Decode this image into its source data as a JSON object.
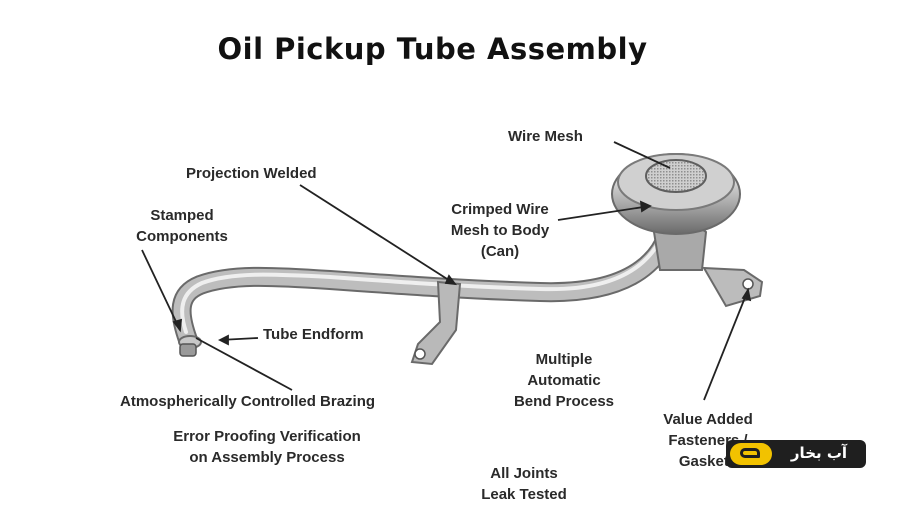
{
  "title": "Oil Pickup Tube Assembly",
  "labels": {
    "wire_mesh": "Wire Mesh",
    "projection_welded": "Projection Welded",
    "crimped_wire": [
      "Crimped Wire",
      "Mesh to Body",
      "(Can)"
    ],
    "stamped_components": [
      "Stamped",
      "Components"
    ],
    "tube_endform": "Tube Endform",
    "brazing": "Atmospherically Controlled Brazing",
    "error_proofing": [
      "Error Proofing Verification",
      "on Assembly Process"
    ],
    "multiple_bend": [
      "Multiple",
      "Automatic",
      "Bend Process"
    ],
    "value_added": [
      "Value Added",
      "Fasteners /",
      "Gaskets"
    ],
    "all_joints": [
      "All Joints",
      "Leak Tested"
    ]
  },
  "watermark": {
    "text": "آب بخار",
    "icon": "steam-logo-icon",
    "accent": "#f2c200",
    "background": "#1f1f1f"
  },
  "colors": {
    "tube_light": "#e2e2e2",
    "tube_mid": "#a9a9a9",
    "tube_dark": "#6f6f6f",
    "leader": "#222222",
    "text": "#2a2a2a"
  }
}
